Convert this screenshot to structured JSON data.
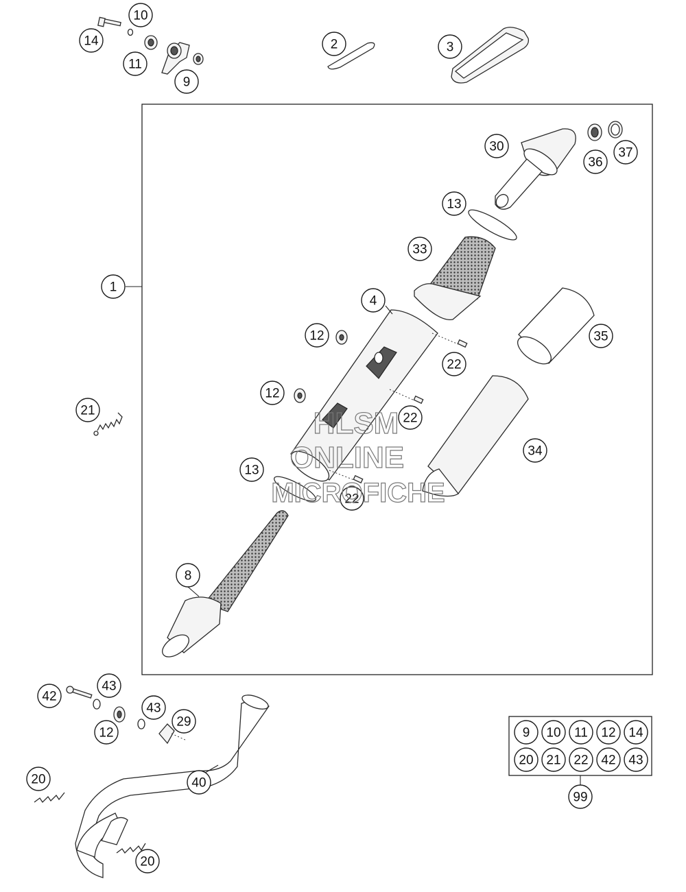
{
  "watermark": {
    "line1": "HLSM",
    "line2": "ONLINE",
    "line3": "MICROFICHE"
  },
  "callouts": {
    "c14": "14",
    "c10": "10",
    "c11": "11",
    "c9": "9",
    "c2": "2",
    "c3": "3",
    "c30": "30",
    "c36": "36",
    "c37": "37",
    "c13a": "13",
    "c33": "33",
    "c1": "1",
    "c4": "4",
    "c12a": "12",
    "c22a": "22",
    "c35": "35",
    "c12b": "12",
    "c22b": "22",
    "c21": "21",
    "c34": "34",
    "c13b": "13",
    "c22c": "22",
    "c8": "8",
    "c42": "42",
    "c43a": "43",
    "c43b": "43",
    "c12c": "12",
    "c29": "29",
    "c40": "40",
    "c20a": "20",
    "c20b": "20",
    "c99": "99"
  },
  "kit": {
    "row1": [
      "9",
      "10",
      "11",
      "12",
      "14"
    ],
    "row2": [
      "20",
      "21",
      "22",
      "42",
      "43"
    ]
  }
}
